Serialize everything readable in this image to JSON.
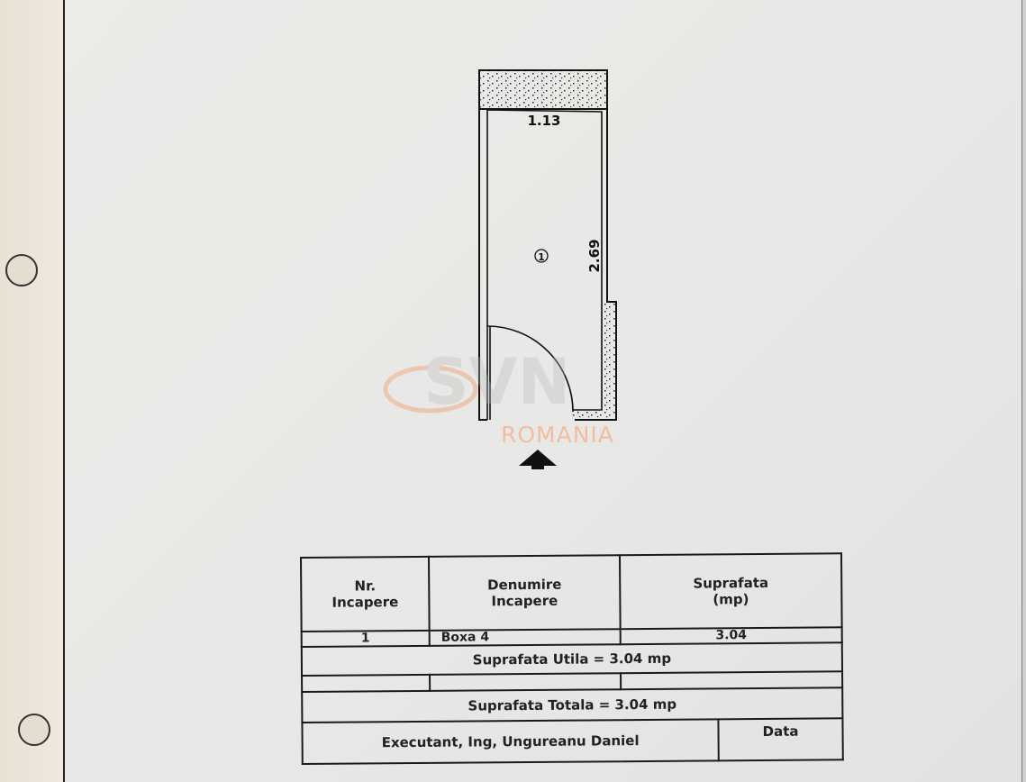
{
  "plan": {
    "width_label": "1.13",
    "length_label": "2.69",
    "room_number": "1"
  },
  "watermark": {
    "text": "ROMANIA",
    "color": "#f0a87a"
  },
  "table": {
    "headers": [
      "Nr.\nIncapere",
      "Denumire\nIncapere",
      "Suprafata\n(mp)"
    ],
    "rows": [
      {
        "nr": "1",
        "name": "Boxa 4",
        "area": "3.04"
      }
    ],
    "useful_area": "Suprafata Utila = 3.04 mp",
    "total_area": "Suprafata Totala = 3.04 mp",
    "executant": "Executant, Ing, Ungureanu Daniel",
    "date_label": "Data"
  }
}
